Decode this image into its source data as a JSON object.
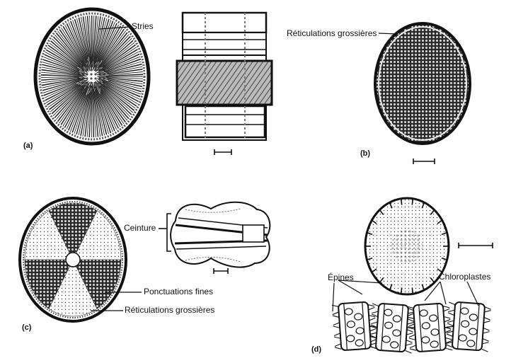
{
  "panels": {
    "a": {
      "letter": "(a)",
      "label_stries": "Stries"
    },
    "b": {
      "letter": "(b)",
      "label_reticulations": "Réticulations grossières"
    },
    "c": {
      "letter": "(c)",
      "label_ceinture": "Ceinture",
      "label_ponctuations": "Ponctuations fines",
      "label_reticulations": "Réticulations grossières"
    },
    "d": {
      "letter": "(d)",
      "label_epines": "Épines",
      "label_chloroplastes": "Chloroplastes"
    }
  },
  "colors": {
    "ink": "#1a1a1a",
    "paper": "#ffffff",
    "shade": "#555555"
  }
}
